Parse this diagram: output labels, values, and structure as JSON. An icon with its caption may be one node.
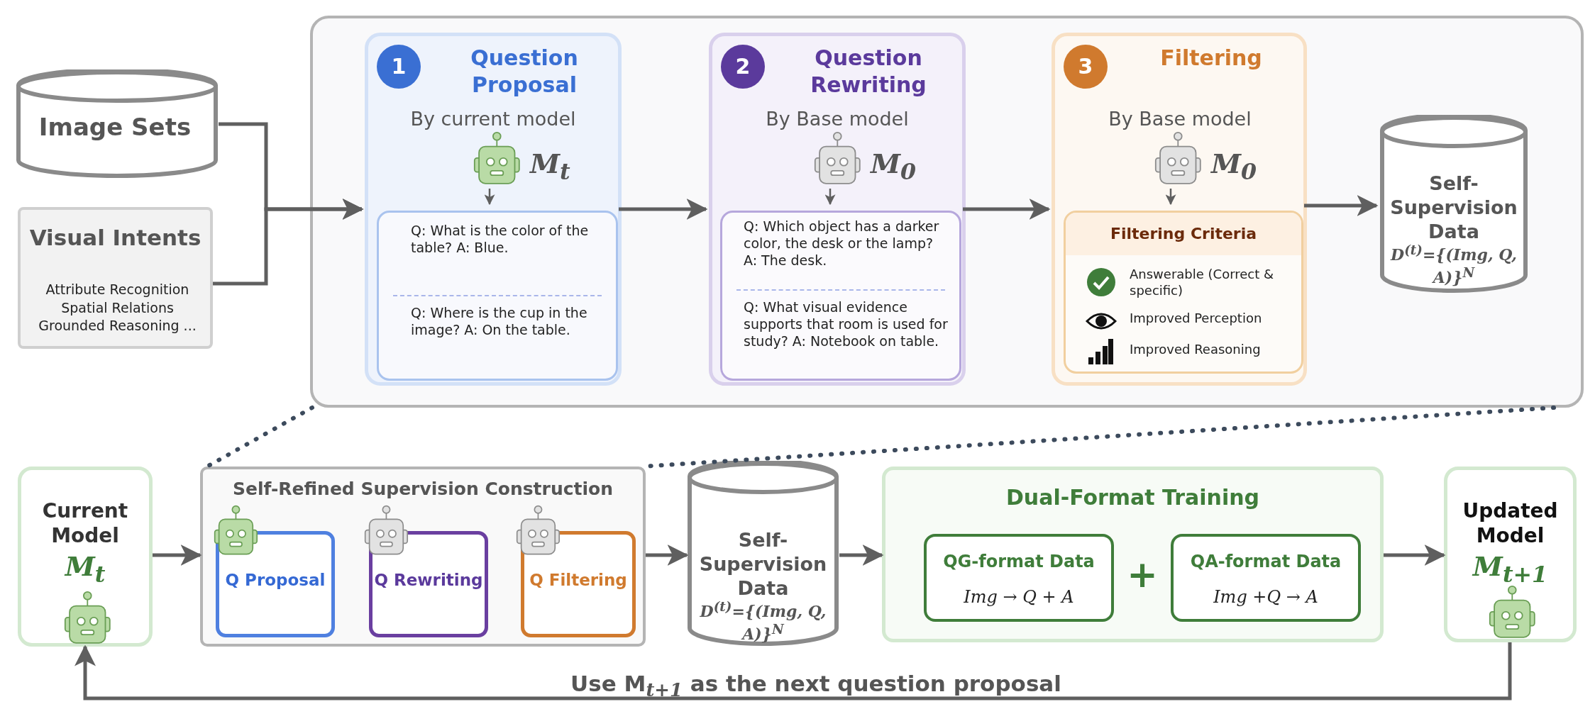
{
  "diagram": {
    "nodes": [
      {
        "text": [
          "Image Sets"
        ]
      },
      {
        "text": [
          "Visual Intents",
          "Attribute Recognition Spatial Relations Grounded Reasoning ..."
        ]
      },
      {
        "text": [],
        "shape": "box"
      },
      {
        "text": [
          "1",
          "Question Proposal",
          "By current model"
        ],
        "in": 2
      },
      {
        "text": [
          "M$_{t}$"
        ],
        "in": 3
      },
      {
        "text": [
          "Q: What is the color of the table? A: Blue.",
          "Q: Where is the cup in the image? A: On the table."
        ],
        "in": 3
      },
      {
        "text": [
          "2",
          "Question Rewriting",
          "By Base model"
        ],
        "in": 2
      },
      {
        "text": [
          "M$_{0}$"
        ],
        "in": 6
      },
      {
        "text": [
          "Q: Which object has a darker color, the desk or the lamp? A: The desk.",
          "Q: What visual evidence supports that room is used for study? A: Notebook on table."
        ],
        "in": 6
      },
      {
        "text": [
          "3",
          "Filtering",
          "By Base model"
        ],
        "in": 2
      },
      {
        "text": [
          "M$_{0}$"
        ],
        "in": 9
      },
      {
        "text": [
          "Filtering Criteria",
          "Answerable (Correct & specific)",
          "Improved Perception",
          "Improved Reasoning"
        ],
        "in": 9
      },
      {
        "text": [
          "Self-Supervision Data",
          "D$^{(t)}$={(Img, Q, A)}$^{N}$"
        ],
        "in": 2
      },
      {
        "text": [
          "Current Model",
          "M$_{t}$"
        ]
      },
      {
        "text": [
          "Self-Refined Supervision Construction"
        ]
      },
      {
        "text": [
          "Q Proposal"
        ],
        "in": 14
      },
      {
        "text": [
          "Q Rewriting"
        ],
        "in": 14
      },
      {
        "text": [
          "Q Filtering"
        ],
        "in": 14
      },
      {
        "text": [
          "Self-Supervision Data",
          "D$^{(t)}$={(Img, Q, A)}$^{N}$"
        ]
      },
      {
        "text": [
          "Dual-Format Training"
        ]
      },
      {
        "text": [
          "QG-format Data",
          "Img → Q + A"
        ],
        "in": 19
      },
      {
        "text": [
          "QA-format Data",
          "Img +Q → A"
        ],
        "in": 19
      },
      {
        "text": [
          "Updated Model",
          "M$_{t+1}$"
        ]
      }
    ],
    "edges": [
      {
        "from": 0,
        "to": 3,
        "arrow": "to"
      },
      {
        "from": 1,
        "to": 3,
        "arrow": "to"
      },
      {
        "from": 4,
        "to": 5,
        "arrow": "to"
      },
      {
        "from": 3,
        "to": 6,
        "arrow": "to"
      },
      {
        "from": 7,
        "to": 8,
        "arrow": "to"
      },
      {
        "from": 6,
        "to": 9,
        "arrow": "to"
      },
      {
        "from": 10,
        "to": 11,
        "arrow": "to"
      },
      {
        "from": 9,
        "to": 12,
        "arrow": "to"
      },
      {
        "from": 2,
        "to": 14,
        "arrow": "none",
        "style": "dashed",
        "color": "#3c4a5c"
      },
      {
        "from": 2,
        "to": 14,
        "arrow": "none",
        "style": "dashed",
        "color": "#3c4a5c"
      },
      {
        "from": 13,
        "to": 14,
        "arrow": "to"
      },
      {
        "from": 14,
        "to": 18,
        "arrow": "to"
      },
      {
        "from": 18,
        "to": 19,
        "arrow": "to"
      },
      {
        "from": 19,
        "to": 22,
        "arrow": "to"
      },
      {
        "from": 22,
        "to": 13,
        "arrow": "to",
        "label": "Use M$_{t+1}$ as the next question proposal"
      }
    ],
    "labels": [
      "+"
    ]
  }
}
